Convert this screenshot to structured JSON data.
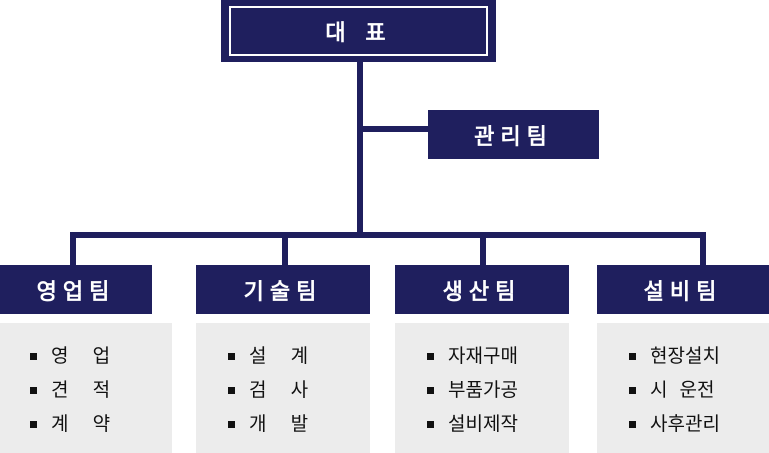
{
  "ceo": {
    "label": "대 표"
  },
  "management": {
    "label": "관리팀"
  },
  "teams": [
    {
      "label": "영업팀",
      "duties": [
        "영    업",
        "견    적",
        "계    약"
      ]
    },
    {
      "label": "기술팀",
      "duties": [
        "설    계",
        "검    사",
        "개    발"
      ]
    },
    {
      "label": "생산팀",
      "duties": [
        "자재구매",
        "부품가공",
        "설비제작"
      ]
    },
    {
      "label": "설비팀",
      "duties": [
        "현장설치",
        "시  운전",
        "사후관리"
      ]
    }
  ],
  "colors": {
    "box": "#1f1f5e",
    "duty_panel": "#ececec"
  }
}
